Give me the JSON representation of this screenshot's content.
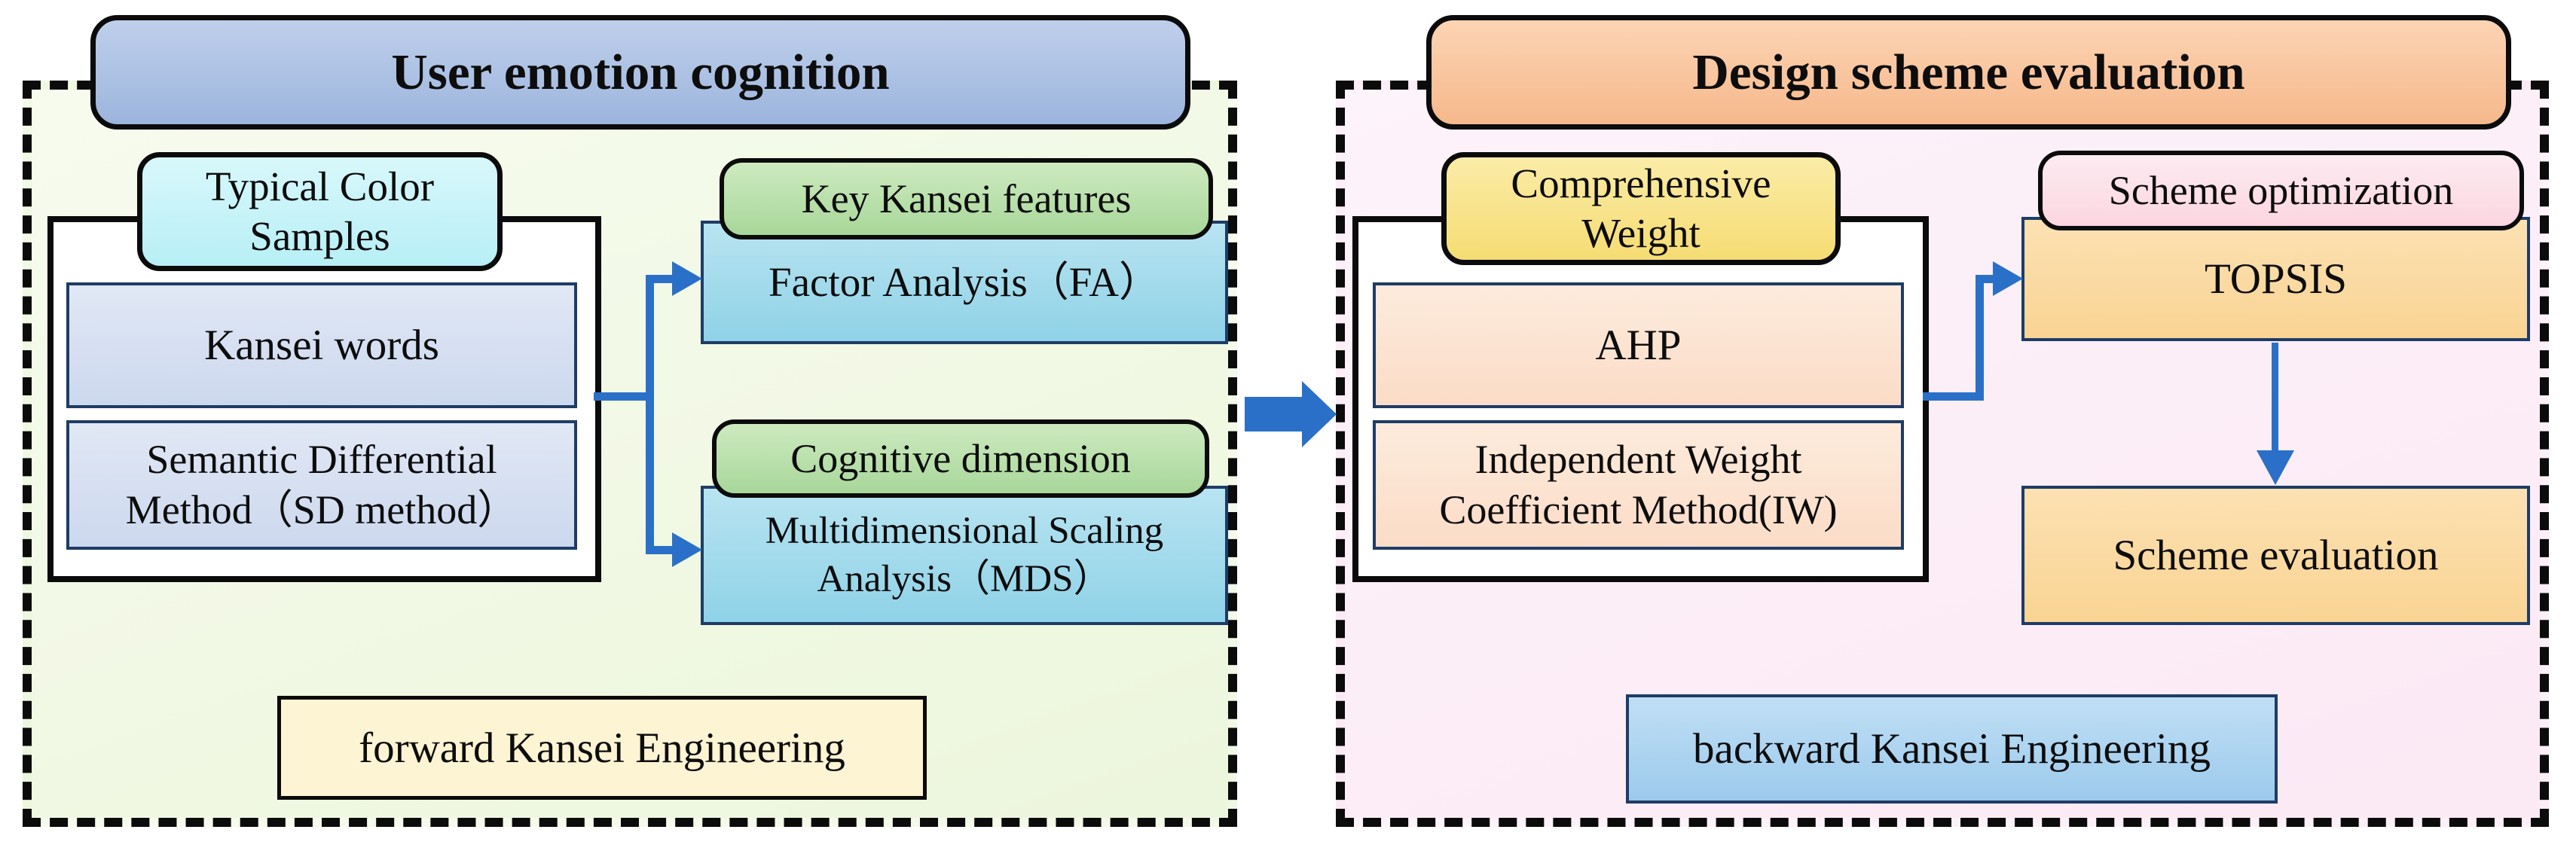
{
  "figure": {
    "left_panel": {
      "title": "User emotion cognition",
      "samples_header": "Typical Color Samples",
      "input_items": [
        "Kansei words",
        "Semantic Differential Method（SD method）"
      ],
      "branch_top": {
        "header": "Key Kansei features",
        "method": "Factor Analysis（FA）"
      },
      "branch_bottom": {
        "header": "Cognitive dimension",
        "method": "Multidimensional Scaling Analysis（MDS）"
      },
      "footer": "forward Kansei Engineering"
    },
    "right_panel": {
      "title": "Design scheme evaluation",
      "weight_header": "Comprehensive Weight",
      "weight_items": [
        "AHP",
        "Independent Weight Coefficient Method(IW)"
      ],
      "optimization_header": "Scheme optimization",
      "optimization_method": "TOPSIS",
      "evaluation_label": "Scheme evaluation",
      "footer": "backward Kansei Engineering"
    },
    "colors": {
      "left_title_fill": "#aec3e6",
      "right_title_fill": "#f9c59f",
      "samples_header_fill": "#c5f2f8",
      "left_item_fill": "#d9e2f1",
      "branch_header_fill": "#b9ddab",
      "method_box_fill": "#a2d9ea",
      "left_footer_fill": "#fdf4d3",
      "weight_header_fill": "#f8e289",
      "right_item_fill": "#fce3d0",
      "optimization_header_fill": "#fcdde5",
      "evaluation_box_fill": "#fad7a0",
      "right_footer_fill": "#aed5f0",
      "connector_arrow": "#2b70c8",
      "left_panel_bg": "#eff8e2",
      "right_panel_bg": "#fdeef8",
      "dashed_border": "#0b0b0b",
      "inner_border": "#1f3c66"
    }
  }
}
